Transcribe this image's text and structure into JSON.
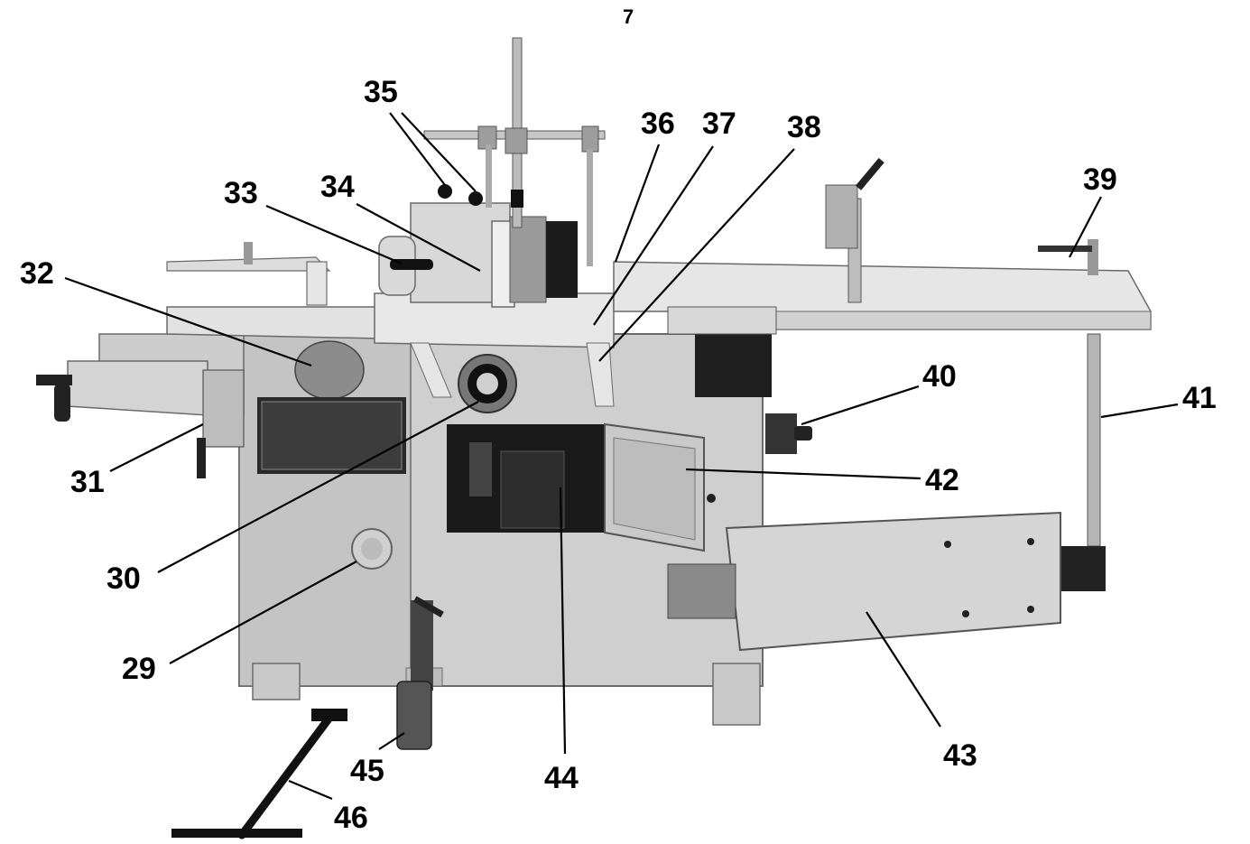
{
  "page_number": "7",
  "callouts": [
    {
      "id": "29",
      "label": "29"
    },
    {
      "id": "30",
      "label": "30"
    },
    {
      "id": "31",
      "label": "31"
    },
    {
      "id": "32",
      "label": "32"
    },
    {
      "id": "33",
      "label": "33"
    },
    {
      "id": "34",
      "label": "34"
    },
    {
      "id": "35",
      "label": "35"
    },
    {
      "id": "36",
      "label": "36"
    },
    {
      "id": "37",
      "label": "37"
    },
    {
      "id": "38",
      "label": "38"
    },
    {
      "id": "39",
      "label": "39"
    },
    {
      "id": "40",
      "label": "40"
    },
    {
      "id": "41",
      "label": "41"
    },
    {
      "id": "42",
      "label": "42"
    },
    {
      "id": "43",
      "label": "43"
    },
    {
      "id": "44",
      "label": "44"
    },
    {
      "id": "45",
      "label": "45"
    },
    {
      "id": "46",
      "label": "46"
    }
  ],
  "colors": {
    "body_light": "#d6d6d6",
    "body_mid": "#b9b9b9",
    "body_dark": "#8a8a8a",
    "black": "#111111",
    "table_top": "#e4e4e4"
  }
}
